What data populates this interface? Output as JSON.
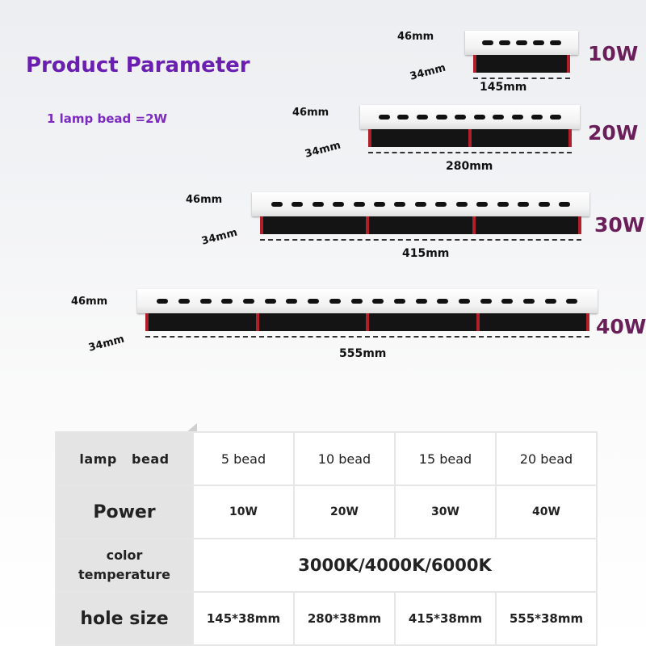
{
  "header": {
    "title": "Product Parameter",
    "note": "1 lamp bead =2W"
  },
  "lamps": [
    {
      "watt": "10W",
      "height": "46mm",
      "depth": "34mm",
      "length": "145mm",
      "beads": 5
    },
    {
      "watt": "20W",
      "height": "46mm",
      "depth": "34mm",
      "length": "280mm",
      "beads": 10
    },
    {
      "watt": "30W",
      "height": "46mm",
      "depth": "34mm",
      "length": "415mm",
      "beads": 15
    },
    {
      "watt": "40W",
      "height": "46mm",
      "depth": "34mm",
      "length": "555mm",
      "beads": 20
    }
  ],
  "table": {
    "headers": {
      "lamp_bead": "lamp   bead",
      "power": "Power",
      "color_line1": "color",
      "color_line2": "temperature",
      "hole_size": "hole size"
    },
    "beads": [
      "5 bead",
      "10 bead",
      "15 bead",
      "20 bead"
    ],
    "power": [
      "10W",
      "20W",
      "30W",
      "40W"
    ],
    "color_temperature": "3000K/4000K/6000K",
    "hole": [
      "145*38mm",
      "280*38mm",
      "415*38mm",
      "555*38mm"
    ]
  },
  "colors": {
    "title": "#6a1fb0",
    "watt": "#6a1e5a",
    "lamp_body": "#141414",
    "lamp_accent": "#b0202a",
    "table_header_bg": "#e4e4e4"
  }
}
